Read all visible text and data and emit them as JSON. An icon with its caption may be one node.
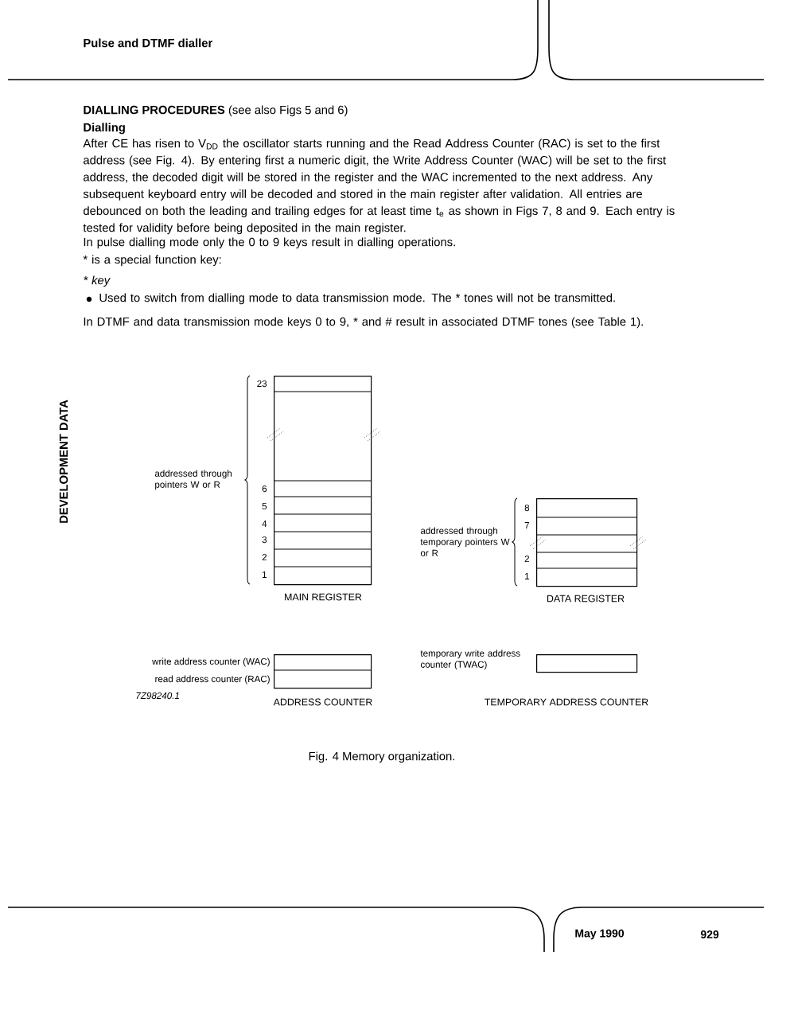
{
  "diagram": {
    "title": "**DIALLING PROCEDURES** (see also Figs 5 and 6)",
    "caption": "Fig. 4  Memory organization.",
    "nodes": [
      {
        "text": [
          "MAIN REGISTER"
        ]
      },
      {
        "text": [
          "DATA REGISTER"
        ]
      },
      {
        "text": [
          "ADDRESS COUNTER"
        ]
      },
      {
        "text": [
          "TEMPORARY ADDRESS COUNTER"
        ]
      }
    ],
    "labels": [
      "Pulse and DTMF dialler",
      "Dialling",
      "After CE has risen to V$_{DD}$ the oscillator starts running and the Read Address Counter (RAC) is set to the first address (see Fig. 4). By entering first a numeric digit, the Write Address Counter (WAC) will be set to the first address, the decoded digit will be stored in the register and the WAC incremented to the next address. Any subsequent keyboard entry will be decoded and stored in the main register after validation. All entries are debounced on both the leading and trailing edges for at least time t$_{e}$ as shown in Figs 7, 8 and 9. Each entry is tested for validity before being deposited in the main register.",
      "In pulse dialling mode only the 0 to 9 keys result in dialling operations.",
      "*  is a special function key:",
      "* key",
      "Used to switch from dialling mode to data transmission mode. The * tones will not be transmitted.",
      "In DTMF and data transmission mode keys 0 to 9, * and # result in associated DTMF tones (see Table 1).",
      "DEVELOPMENT DATA",
      "23",
      "6",
      "5",
      "4",
      "3",
      "2",
      "1",
      "addressed through pointers W or R",
      "8",
      "7",
      "2",
      "1",
      "addressed through temporary pointers W or R",
      "write address counter (WAC)",
      "read address counter (RAC)",
      "7Z98240.1",
      "temporary write address counter (TWAC)",
      "May 1990",
      "929"
    ]
  }
}
